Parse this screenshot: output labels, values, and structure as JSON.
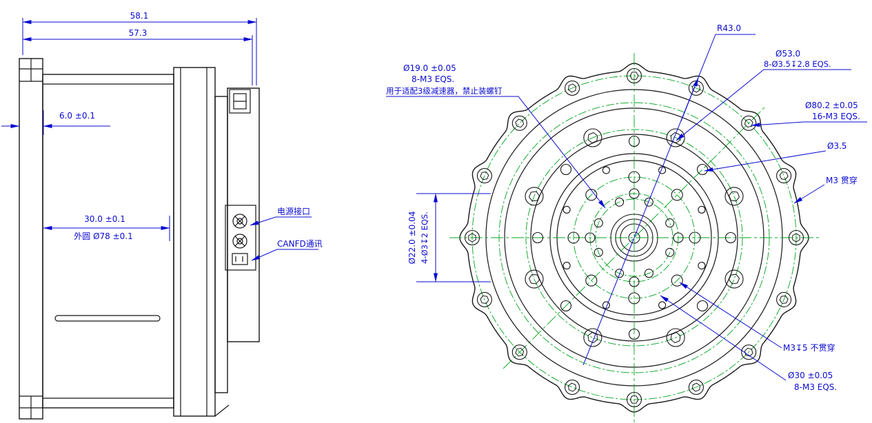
{
  "side_view": {
    "dims": {
      "overall_width": "58.1",
      "body_width": "57.3",
      "flange_thickness": "6.0 ±0.1",
      "inner_width": "30.0 ±0.1",
      "outer_circle": "外圆 Ø78 ±0.1"
    },
    "labels": {
      "power_port": "电源接口",
      "canfd_port": "CANFD通讯"
    }
  },
  "front_view": {
    "dims": {
      "outer_radius": "R43.0",
      "bc53": "Ø53.0",
      "bc53_note": "8-Ø3.5↧2.8 EQS.",
      "bc19": "Ø19.0 ±0.05",
      "bc19_note": "8-M3 EQS.",
      "bc19_warning": "用于适配3级减速器，禁止装螺钉",
      "bc80": "Ø80.2 ±0.05",
      "bc80_note": "16-M3 EQS.",
      "hole_d": "Ø3.5",
      "m3_through": "M3 贯穿",
      "bc22": "Ø22.0 ±0.04",
      "bc22_note": "4-Ø3↧2 EQS.",
      "m3_blind": "M3↧5 不贯穿",
      "bc30": "Ø30 ±0.05",
      "bc30_note": "8-M3 EQS."
    }
  },
  "colors": {
    "dimension_blue": "#0a0ad2",
    "outline_black": "#161616",
    "centerline_green": "#00a41e"
  }
}
